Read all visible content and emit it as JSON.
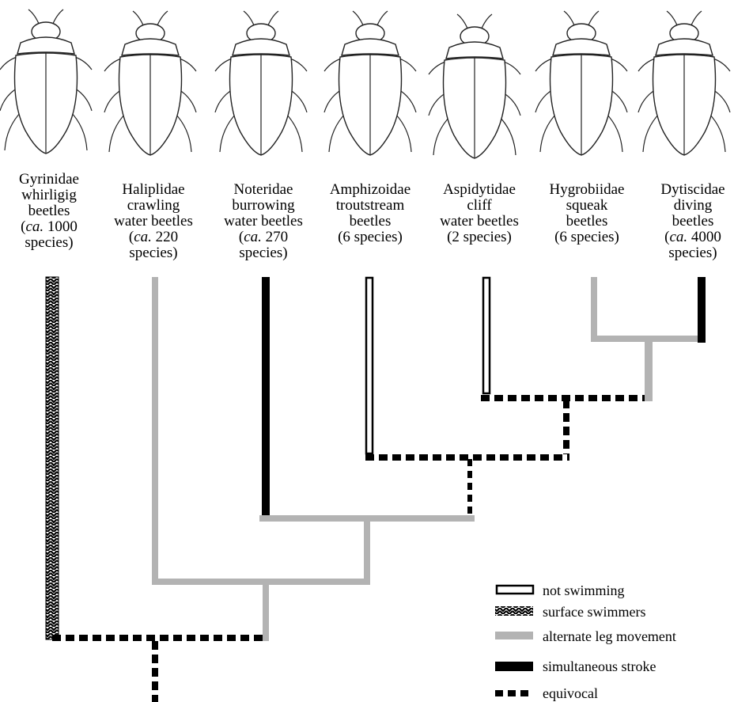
{
  "taxa": [
    {
      "family": "Gyrinidae",
      "lines": [
        "whirligig",
        "beetles"
      ],
      "count_pre": "(",
      "count_italic": "ca.",
      "count_post": " 1000",
      "extra": "species)",
      "state": "surface swimmers"
    },
    {
      "family": "Haliplidae",
      "lines": [
        "crawling",
        "water beetles"
      ],
      "count_pre": "(",
      "count_italic": "ca.",
      "count_post": " 220",
      "extra": "species)",
      "state": "alternate leg movement"
    },
    {
      "family": "Noteridae",
      "lines": [
        "burrowing",
        "water beetles"
      ],
      "count_pre": "(",
      "count_italic": "ca.",
      "count_post": " 270",
      "extra": "species)",
      "state": "simultaneous stroke"
    },
    {
      "family": "Amphizoidae",
      "lines": [
        "troutstream",
        "beetles"
      ],
      "count_pre": "",
      "count_italic": "",
      "count_post": "(6 species)",
      "extra": "",
      "state": "not swimming"
    },
    {
      "family": "Aspidytidae",
      "lines": [
        "cliff",
        "water beetles"
      ],
      "count_pre": "",
      "count_italic": "",
      "count_post": "(2 species)",
      "extra": "",
      "state": "not swimming"
    },
    {
      "family": "Hygrobiidae",
      "lines": [
        "squeak",
        "beetles"
      ],
      "count_pre": "",
      "count_italic": "",
      "count_post": "(6 species)",
      "extra": "",
      "state": "alternate leg movement"
    },
    {
      "family": "Dytiscidae",
      "lines": [
        "diving",
        "beetles"
      ],
      "count_pre": "(",
      "count_italic": "ca.",
      "count_post": " 4000",
      "extra": "species)",
      "state": "simultaneous stroke"
    }
  ],
  "legend": [
    {
      "key": "not-swimming",
      "label": "not swimming"
    },
    {
      "key": "surface-swimmers",
      "label": "surface swimmers"
    },
    {
      "key": "alternate",
      "label": "alternate leg movement"
    },
    {
      "key": "simultaneous",
      "label": "simultaneous stroke"
    },
    {
      "key": "equivocal",
      "label": "equivocal"
    }
  ],
  "colors": {
    "alternate": "#b3b3b3",
    "simultaneous": "#000000",
    "equivocal": "#000000",
    "not_swimming": "#000000",
    "background": "#ffffff"
  }
}
